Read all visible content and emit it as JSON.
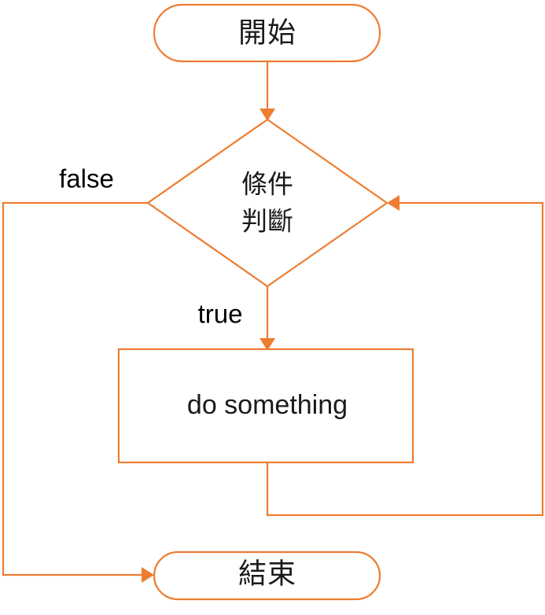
{
  "diagram": {
    "type": "flowchart",
    "title": "",
    "colors": {
      "stroke": "#ED7D31",
      "fill": "#FFFFFF",
      "text": "#1A1A1A"
    },
    "nodes": {
      "start": {
        "shape": "stadium",
        "label": "開始"
      },
      "decision": {
        "shape": "diamond",
        "label_line1": "條件",
        "label_line2": "判斷"
      },
      "process": {
        "shape": "rectangle",
        "label": "do something"
      },
      "end": {
        "shape": "stadium",
        "label": "結束"
      }
    },
    "edges": {
      "start_to_decision": {
        "label": ""
      },
      "decision_false": {
        "label": "false"
      },
      "decision_true": {
        "label": "true"
      },
      "process_loop_back": {
        "label": ""
      }
    }
  }
}
